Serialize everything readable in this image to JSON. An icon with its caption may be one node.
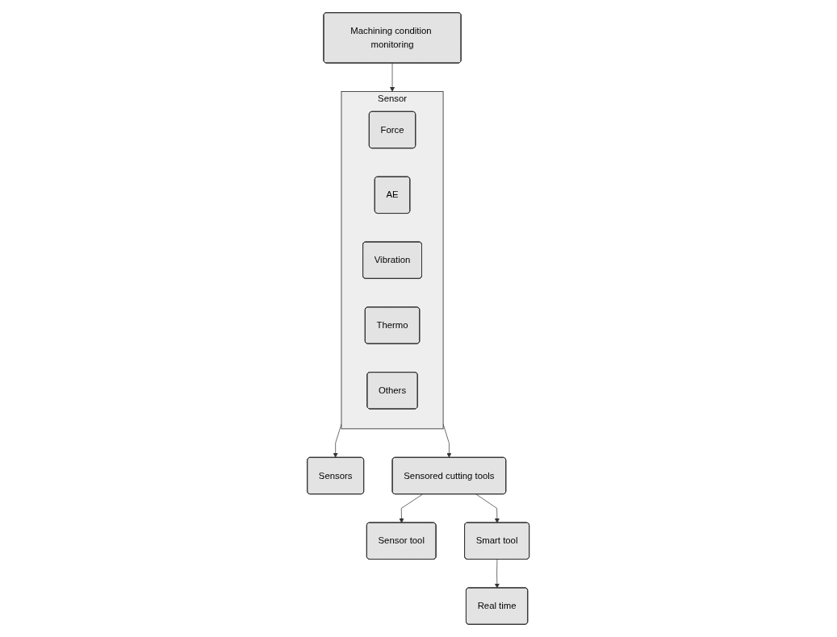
{
  "diagram": {
    "nodes": [
      {
        "text": [
          "Machining condition monitoring"
        ]
      },
      {
        "text": [
          "Sensor"
        ]
      },
      {
        "text": [
          "Force"
        ],
        "in": 1
      },
      {
        "text": [
          "AE"
        ],
        "in": 1
      },
      {
        "text": [
          "Vibration"
        ],
        "in": 1
      },
      {
        "text": [
          "Thermo"
        ],
        "in": 1
      },
      {
        "text": [
          "Others"
        ],
        "in": 1
      },
      {
        "text": [
          "Sensors"
        ]
      },
      {
        "text": [
          "Sensored cutting tools"
        ]
      },
      {
        "text": [
          "Sensor tool"
        ]
      },
      {
        "text": [
          "Smart tool"
        ]
      },
      {
        "text": [
          "Real time"
        ]
      }
    ],
    "edges": [
      {
        "from": 0,
        "to": 1,
        "arrow": "to"
      },
      {
        "from": 1,
        "to": 7,
        "arrow": "to"
      },
      {
        "from": 1,
        "to": 8,
        "arrow": "to"
      },
      {
        "from": 8,
        "to": 9,
        "arrow": "to"
      },
      {
        "from": 8,
        "to": 10,
        "arrow": "to"
      },
      {
        "from": 10,
        "to": 11,
        "arrow": "to"
      }
    ]
  }
}
